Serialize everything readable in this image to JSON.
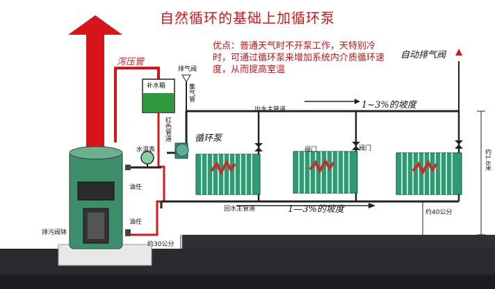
{
  "title": "自然循环的基础上加循环泵",
  "note": "优点：普通天气时不开泵工作，天特别冷时，可通过循环泵来增加系统内介质循环速度，从而提高室温",
  "labels": {
    "relief_pipe": "泻压管",
    "exhaust_valve": "排气阀",
    "makeup_tank": "补水箱",
    "gas_collector": "集气管",
    "red_pipe": "红色管道",
    "pump": "循环泵",
    "thermometer": "水温表",
    "union_top": "油任",
    "union_bottom": "油任",
    "drain_valve": "排污阀钵",
    "supply_main": "出水主管道",
    "return_main": "回水主管道",
    "slope_top": "1~3%的坡度",
    "slope_bottom": "1—3%的坡度",
    "valve_mid_left": "阀门",
    "valve_mid_right": "阀门",
    "auto_vent": "自动排气阀",
    "height_floor": "约30公分",
    "height_radiator": "约40公分",
    "height_total": "约1.6米"
  },
  "colors": {
    "red": "#d8141b",
    "boiler": "#3f8e6b",
    "radiator": "#2f9a74",
    "floor": "#2a2a30"
  }
}
